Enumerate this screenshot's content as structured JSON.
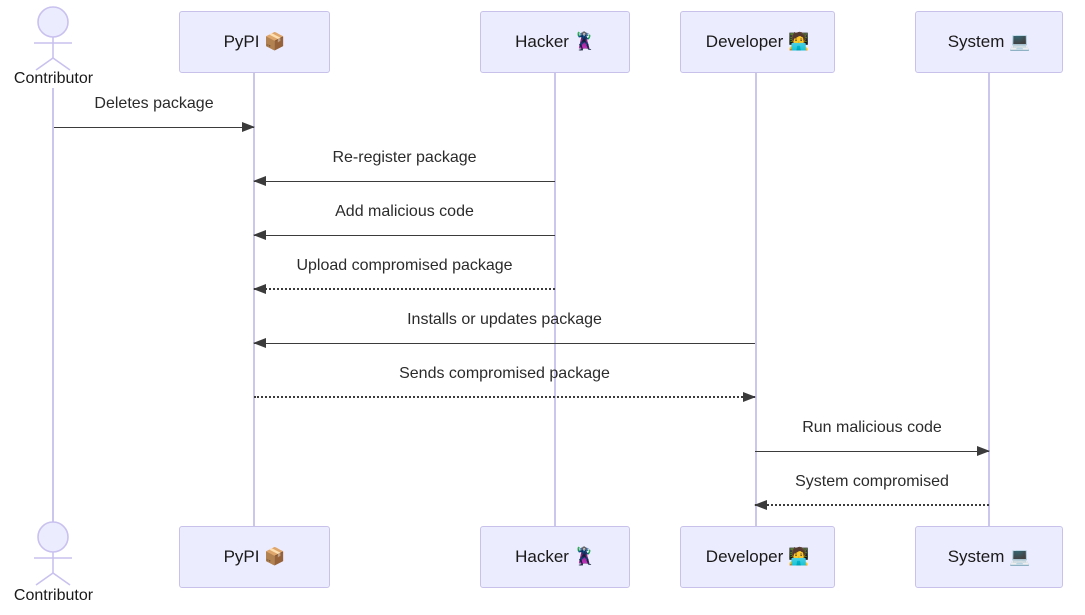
{
  "diagram": {
    "type": "sequence-diagram",
    "topic": "PyPI package takeover attack flow",
    "actors": [
      {
        "id": "contributor",
        "label": "Contributor",
        "kind": "actor"
      },
      {
        "id": "pypi",
        "label": "PyPI 📦",
        "kind": "participant"
      },
      {
        "id": "hacker",
        "label": "Hacker 🦹",
        "kind": "participant"
      },
      {
        "id": "developer",
        "label": "Developer 🧑‍💻",
        "kind": "participant"
      },
      {
        "id": "system",
        "label": "System 💻",
        "kind": "participant"
      }
    ],
    "messages": [
      {
        "from": "Contributor",
        "to": "PyPI",
        "label": "Deletes package",
        "line": "solid",
        "arrow": "right"
      },
      {
        "from": "Hacker",
        "to": "PyPI",
        "label": "Re-register package",
        "line": "solid",
        "arrow": "left"
      },
      {
        "from": "Hacker",
        "to": "PyPI",
        "label": "Add malicious code",
        "line": "solid",
        "arrow": "left"
      },
      {
        "from": "Hacker",
        "to": "PyPI",
        "label": "Upload compromised package",
        "line": "dotted",
        "arrow": "left"
      },
      {
        "from": "Developer",
        "to": "PyPI",
        "label": "Installs or updates package",
        "line": "solid",
        "arrow": "left"
      },
      {
        "from": "PyPI",
        "to": "Developer",
        "label": "Sends compromised package",
        "line": "dotted",
        "arrow": "right"
      },
      {
        "from": "Developer",
        "to": "System",
        "label": "Run malicious code",
        "line": "solid",
        "arrow": "right"
      },
      {
        "from": "System",
        "to": "Developer",
        "label": "System compromised",
        "line": "dotted",
        "arrow": "left"
      }
    ],
    "colors": {
      "background": "#ffffff",
      "participant_fill": "#ececff",
      "participant_border": "#c8c2ea",
      "lifeline": "#cbc6ec",
      "actor_figure": "#c9c1ee",
      "message_line": "#3b3b3b",
      "text": "#1a1a1a"
    }
  }
}
